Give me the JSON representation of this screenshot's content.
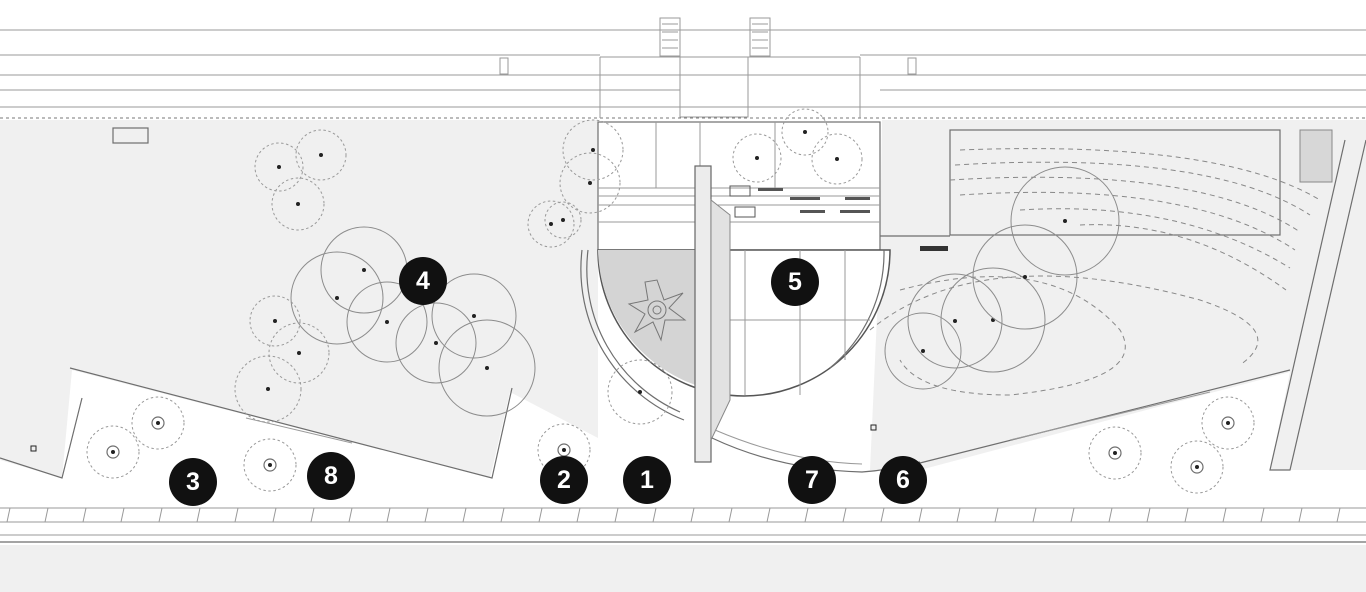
{
  "plan": {
    "markers": [
      {
        "id": "1",
        "label": "1"
      },
      {
        "id": "2",
        "label": "2"
      },
      {
        "id": "3",
        "label": "3"
      },
      {
        "id": "4",
        "label": "4"
      },
      {
        "id": "5",
        "label": "5"
      },
      {
        "id": "6",
        "label": "6"
      },
      {
        "id": "7",
        "label": "7"
      },
      {
        "id": "8",
        "label": "8"
      }
    ],
    "colors": {
      "marker_fill": "#111111",
      "marker_text": "#ffffff",
      "ground_fill": "#f0f0f0",
      "line": "#9a9a9a",
      "plaza_shade": "#d4d4d4"
    }
  }
}
